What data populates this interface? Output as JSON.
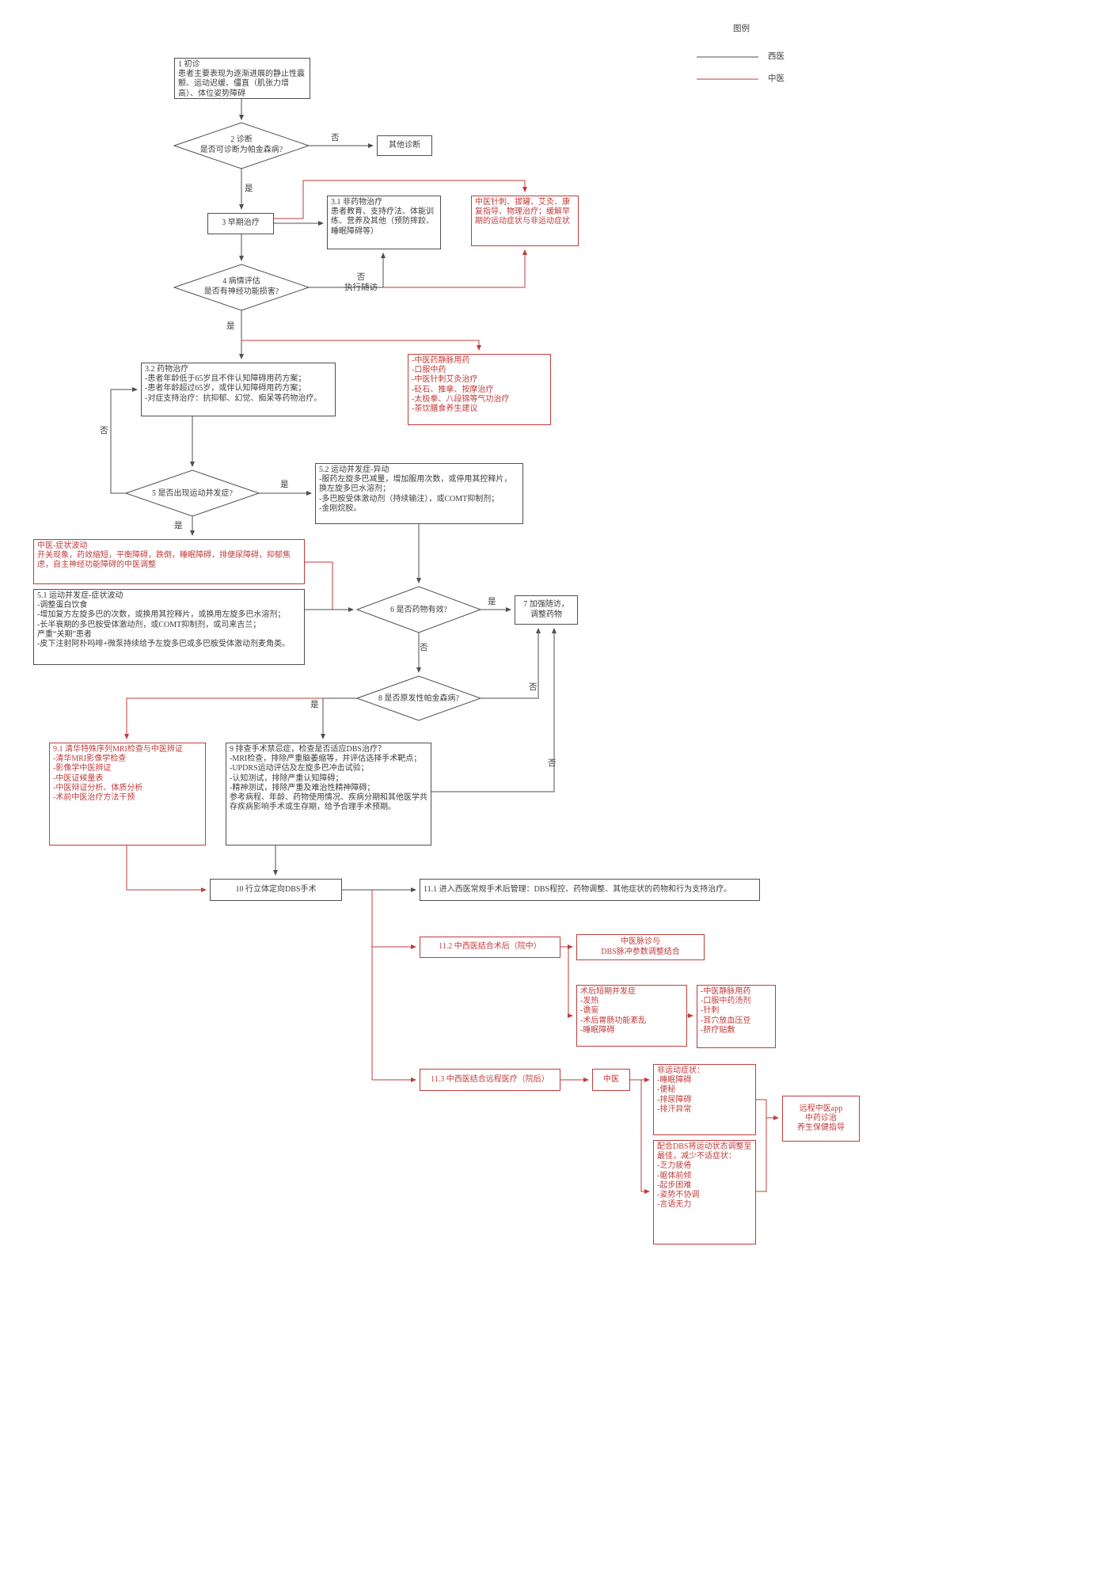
{
  "colors": {
    "western": "#4f4f4f",
    "tcm": "#c23b3b"
  },
  "legend": {
    "title": "图例",
    "western": "西医",
    "tcm": "中医"
  },
  "labels": {
    "yes": "是",
    "no": "否",
    "no_followup": "否\n执行随访"
  },
  "nodes": {
    "n1": "1 初诊\n患者主要表现为逐渐进展的静止性震颤、运动迟缓、僵直（肌张力增高）、体位姿势障碍",
    "d2": "2 诊断\n是否可诊断为帕金森病?",
    "other": "其他诊断",
    "n3": "3 早期治疗",
    "n31": "3.1 非药物治疗\n患者教育、支持疗法、体能训练、营养及其他（预防摔跤、睡眠障碍等）",
    "tcm_early": "中医针刺、拔罐、艾灸、康复指导、物理治疗；缓解早期的运动症状与非运动症状",
    "d4": "4 病情评估\n是否有神经功能损害?",
    "n32": "3.2 药物治疗\n-患者年龄低于65岁且不伴认知障碍用药方案；\n-患者年龄超过65岁，或伴认知障碍用药方案；\n-对症支持治疗：抗抑郁、幻觉、痴呆等药物治疗。",
    "tcm_meds": "-中医药静脉用药\n-口服中药\n-中医针刺艾灸治疗\n-砭石、推拿、按摩治疗\n-太极拳、八段锦等气功治疗\n-茶饮膳食养生建议",
    "d5": "5 是否出现运动并发症?",
    "n52": "5.2 运动并发症-异动\n-服药左旋多巴减量，增加服用次数，或停用其控释片，换左旋多巴水溶剂；\n-多巴胺受体激动剂（持续输注），或COMT抑制剂；\n-金刚烷胺。",
    "tcm_fluct": "中医-症状波动\n开关现象，药效缩短，平衡障碍，跌倒，睡眠障碍，排便尿障碍，抑郁焦虑，自主神经功能障碍的中医调整",
    "n51": "5.1 运动并发症-症状波动\n-调整蛋白饮食\n-增加复方左旋多巴的次数，或换用其控释片，或换用左旋多巴水溶剂；\n-长半衰期的多巴胺受体激动剂，或COMT抑制剂，或司来吉兰；\n严重“关期”患者\n-皮下注射阿朴吗啡+微泵持续给予左旋多巴或多巴胺受体激动剂麦角类。",
    "d6": "6 是否药物有效?",
    "n7": "7 加强随访，\n调整药物",
    "d8": "8 是否原发性帕金森病?",
    "n9": "9 排查手术禁忌症，检查是否适应DBS治疗？\n-MRI检查，排除严重脑萎缩等，并评估选择手术靶点；\n-UPDRS运动评估及左旋多巴冲击试验；\n-认知测试，排除严重认知障碍；\n-精神测试，排除严重及难治性精神障碍；\n参考病程、年龄、药物使用情况、疾病分期和其他医学共存疾病影响手术或生存期，给予合理手术预期。",
    "n91": "9.1 清华特殊序列MRI检查与中医辨证\n-清华MRI影像学检查\n-影像学中医辨证\n-中医证候量表\n-中医辩证分析、体质分析\n-术前中医治疗方法干预",
    "n10": "10 行立体定向DBS手术",
    "n111": "11.1 进入西医常规手术后管理：DBS程控、药物调整、其他症状的药物和行为支持治疗。",
    "n112": "11.2 中西医结合术后（院中）",
    "pulse": "中医脉诊与\nDBS脉冲参数调整结合",
    "postop": "术后短期并发症\n-发热\n-谵妄\n-术后胃肠功能紊乱\n-睡眠障碍",
    "postop_tcm": "-中医静脉用药\n-口服中药汤剂\n-针刺\n-耳穴放血压豆\n-脐疗贴敷",
    "n113": "11.3 中西医结合远程医疗（院后）",
    "tcm_small": "中医",
    "nonmotor": "非运动症状：\n-睡眠障碍\n-便秘\n-排尿障碍\n-排汗异常",
    "app": "远程中医app\n中药诊治\n养生保健指导",
    "dbs_adjust": "配合DBS将运动状态调整至最佳，减少不适症状：\n-乏力疲倦\n-躯体前倾\n-起步困难\n-姿势不协调\n-言语无力"
  }
}
